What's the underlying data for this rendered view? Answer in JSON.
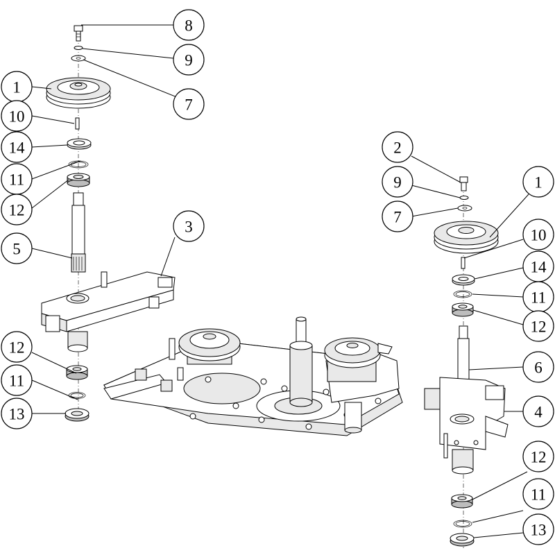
{
  "diagram": {
    "callouts": [
      {
        "id": "L8",
        "label": "8"
      },
      {
        "id": "L9a",
        "label": "9"
      },
      {
        "id": "L7a",
        "label": "7"
      },
      {
        "id": "L1a",
        "label": "1"
      },
      {
        "id": "L10a",
        "label": "10"
      },
      {
        "id": "L14a",
        "label": "14"
      },
      {
        "id": "L11a",
        "label": "11"
      },
      {
        "id": "L12a",
        "label": "12"
      },
      {
        "id": "L5",
        "label": "5"
      },
      {
        "id": "L3",
        "label": "3"
      },
      {
        "id": "L12b",
        "label": "12"
      },
      {
        "id": "L11b",
        "label": "11"
      },
      {
        "id": "L13a",
        "label": "13"
      },
      {
        "id": "L2",
        "label": "2"
      },
      {
        "id": "L9b",
        "label": "9"
      },
      {
        "id": "L7b",
        "label": "7"
      },
      {
        "id": "L1b",
        "label": "1"
      },
      {
        "id": "L10b",
        "label": "10"
      },
      {
        "id": "L14b",
        "label": "14"
      },
      {
        "id": "L11c",
        "label": "11"
      },
      {
        "id": "L12c",
        "label": "12"
      },
      {
        "id": "L6",
        "label": "6"
      },
      {
        "id": "L4",
        "label": "4"
      },
      {
        "id": "L12d",
        "label": "12"
      },
      {
        "id": "L11d",
        "label": "11"
      },
      {
        "id": "L13b",
        "label": "13"
      }
    ]
  }
}
